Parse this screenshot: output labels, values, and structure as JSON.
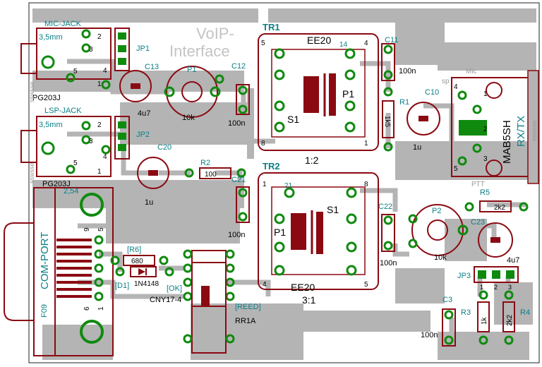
{
  "title": [
    "VoIP-",
    "Interface"
  ],
  "colors": {
    "background": "#ffffff",
    "copper": "#b4b4b4",
    "silk": "#8b0a12",
    "pad": "#0f8a0f",
    "label_teal": "#0b7f86",
    "text": "#000000",
    "title_gray": "#c4c4c4"
  },
  "labels": {
    "mic_jack": "MIC-JACK",
    "lsp_jack": "LSP-JACK",
    "size1": "3,5mm",
    "size2": "3,5mm",
    "jack_part1": "PG203J",
    "jack_part2": "PG203J",
    "jp1": "JP1",
    "jp2": "JP2",
    "jp3": "JP3",
    "c13": "C13",
    "c13_val": "4u7",
    "c20": "C20",
    "c20_val": "1u",
    "p1": "P1",
    "p1_val": "10k",
    "c12": "C12",
    "c12_val": "100n",
    "tr1": "TR1",
    "tr1_core": "EE20",
    "tr1_ratio": "1:2",
    "tr2": "TR2",
    "tr2_core": "EE20",
    "tr2_ratio": "3:1",
    "tr_p1": "P1",
    "tr_s1": "S1",
    "c11": "C11",
    "c11_val": "100n",
    "r1": "R1",
    "r1_val": "1k5",
    "c10": "C10",
    "c10_val": "1u",
    "r2": "R2",
    "r2_val": "100",
    "c21": "C21",
    "c21_val": "100n",
    "c22": "C22",
    "c22_val": "100n",
    "p2": "P2",
    "p2_val": "10k",
    "c23": "C23",
    "c23_val": "4u7",
    "r5": "R5",
    "r5_val": "2k2",
    "r3": "R3",
    "r3_val": "1k",
    "r4": "R4",
    "r4_val": "2k2",
    "c3": "C3",
    "c3_val": "100n",
    "com_port": "COM-PORT",
    "f09": "F09",
    "pitch": "2,54",
    "r6": "[R6]",
    "r6_val": "680",
    "d1": "[D1]",
    "d1_part": "1N4148",
    "ok": "[OK]",
    "ok_part": "CNY17-4",
    "reed": "[REED]",
    "reed_part": "RR1A",
    "mab5sh": "MAB5SH",
    "rxtx": "RX/TX",
    "ptt": "PTT",
    "mic": "Mic",
    "sp": "sp",
    "mab_pins": [
      "1",
      "2",
      "3",
      "4",
      "5"
    ],
    "tr1_pins": [
      "5",
      "4",
      "8",
      "1",
      "14"
    ],
    "tr2_pins": [
      "1",
      "8",
      "4",
      "5",
      "21"
    ],
    "jack1_pins": [
      "2",
      "3",
      "4",
      "5",
      "1"
    ],
    "jack2_pins": [
      "2",
      "3",
      "4",
      "5",
      "1"
    ],
    "db9_pins": [
      "9",
      "5",
      "6",
      "1"
    ],
    "jp3_pins": [
      "1",
      "2",
      "3"
    ],
    "side_text1": "sswsse",
    "side_text2": "sswsse",
    "side_text3": "sswsse"
  }
}
